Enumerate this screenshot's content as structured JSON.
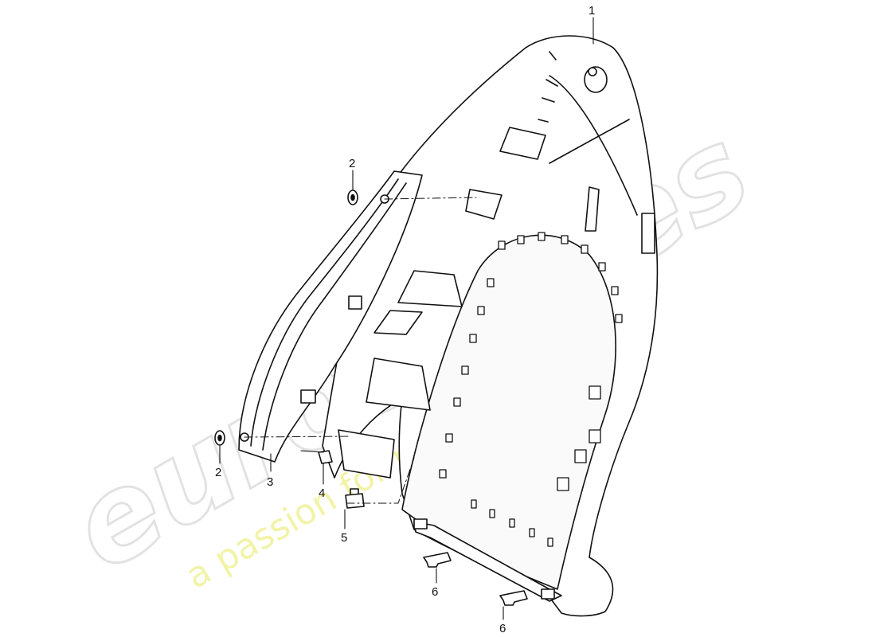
{
  "watermark": {
    "brand": "eurospares",
    "tagline": "a passion for parts since 1985"
  },
  "callouts": [
    {
      "id": "1",
      "text": "1"
    },
    {
      "id": "2a",
      "text": "2"
    },
    {
      "id": "2b",
      "text": "2"
    },
    {
      "id": "3",
      "text": "3"
    },
    {
      "id": "4",
      "text": "4"
    },
    {
      "id": "5",
      "text": "5"
    },
    {
      "id": "6a",
      "text": "6"
    },
    {
      "id": "6b",
      "text": "6"
    }
  ]
}
